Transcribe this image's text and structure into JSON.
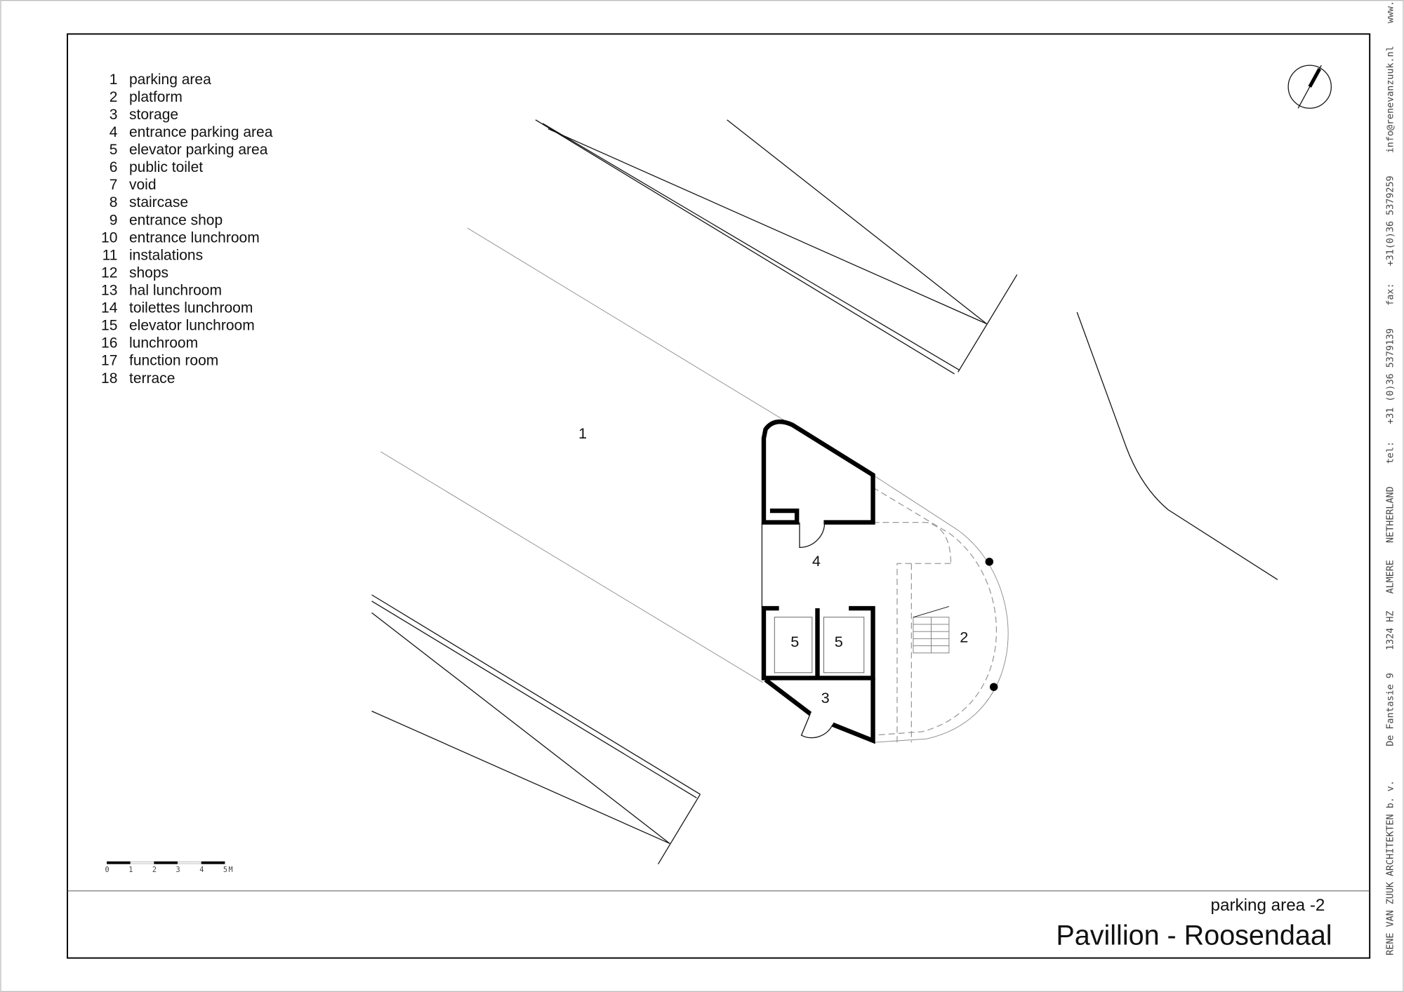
{
  "legend": [
    {
      "num": "1",
      "label": "parking area"
    },
    {
      "num": "2",
      "label": "platform"
    },
    {
      "num": "3",
      "label": "storage"
    },
    {
      "num": "4",
      "label": "entrance parking area"
    },
    {
      "num": "5",
      "label": "elevator parking area"
    },
    {
      "num": "6",
      "label": "public toilet"
    },
    {
      "num": "7",
      "label": "void"
    },
    {
      "num": "8",
      "label": "staircase"
    },
    {
      "num": "9",
      "label": "entrance shop"
    },
    {
      "num": "10",
      "label": "entrance lunchroom"
    },
    {
      "num": "11",
      "label": "instalations"
    },
    {
      "num": "12",
      "label": "shops"
    },
    {
      "num": "13",
      "label": "hal lunchroom"
    },
    {
      "num": "14",
      "label": "toilettes lunchroom"
    },
    {
      "num": "15",
      "label": "elevator lunchroom"
    },
    {
      "num": "16",
      "label": "lunchroom"
    },
    {
      "num": "17",
      "label": "function room"
    },
    {
      "num": "18",
      "label": "terrace"
    }
  ],
  "plan_labels": {
    "parking": "1",
    "entrance": "4",
    "elevator_a": "5",
    "elevator_b": "5",
    "platform": "2",
    "storage": "3"
  },
  "scale_bar": {
    "ticks": [
      "0",
      "1",
      "2",
      "3",
      "4",
      "5"
    ],
    "unit": "M"
  },
  "title_block": {
    "subtitle": "parking area -2",
    "title": "Pavillion - Roosendaal"
  },
  "firm_info": "RENE VAN ZUUK ARCHITEKTEN b. v.      De Fantasie 9    1324 HZ   ALMERE   NETHERLAND    tel:   +31 (0)36 5379139    fax:   +31(0)36 5379259    info@renevanzuuk.nl    www. renevanzuuk.nl"
}
